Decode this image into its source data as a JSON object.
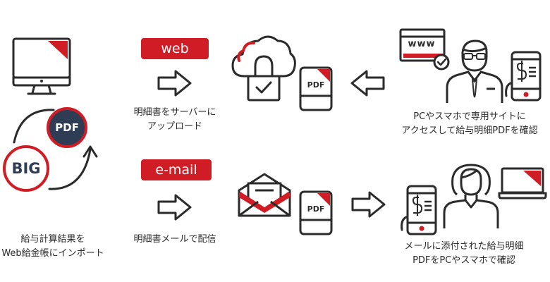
{
  "colors": {
    "accent": "#d01c24",
    "line": "#2b2b2b"
  },
  "left": {
    "pdf_label": "PDF",
    "big_label": "BIG",
    "caption_line1": "給与計算結果を",
    "caption_line2": "Web給金帳にインポート"
  },
  "web_route": {
    "tag": "web",
    "caption_line1": "明細書をサーバーに",
    "caption_line2": "アップロード",
    "doc_label": "PDF",
    "browser_text": "www",
    "result_line1": "PCやスマホで専用サイトに",
    "result_line2": "アクセスして給与明細PDFを確認"
  },
  "mail_route": {
    "tag": "e-mail",
    "caption": "明細書メールで配信",
    "doc_label": "PDF",
    "result_line1": "メールに添付された給与明細",
    "result_line2": "PDFをPCやスマホで確認"
  },
  "icons": [
    "monitor-icon",
    "pdf-badge-icon",
    "big-badge-icon",
    "cycle-arrow-icon",
    "arrow-right-icon",
    "cloud-lock-icon",
    "pdf-document-icon",
    "arrow-left-icon",
    "browser-icon",
    "businessman-icon",
    "smartphone-yen-icon",
    "envelope-icon",
    "woman-icon",
    "laptop-icon"
  ]
}
